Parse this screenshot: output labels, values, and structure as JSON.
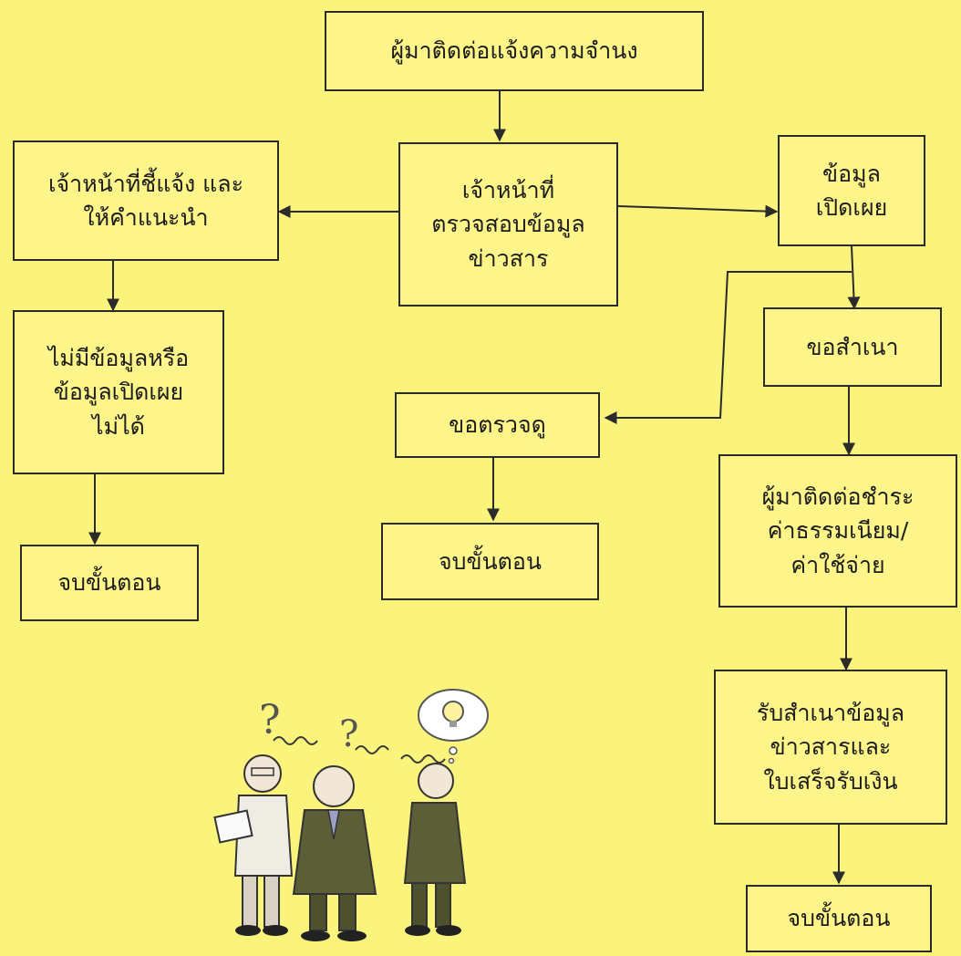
{
  "nodes": {
    "request": "ผู้มาติดต่อแจ้งความจำนง",
    "explain": "เจ้าหน้าที่ชี้แจ้ง และ\nให้คำแนะนำ",
    "check": "เจ้าหน้าที่\nตรวจสอบข้อมูล\nข่าวสาร",
    "disclose": "ข้อมูล\nเปิดเผย",
    "no_data": "ไม่มีข้อมูลหรือ\nข้อมูลเปิดเผย\nไม่ได้",
    "end_left": "จบขั้นตอน",
    "copy": "ขอสำเนา",
    "inspect": "ขอตรวจดู",
    "end_mid": "จบขั้นตอน",
    "pay": "ผู้มาติดต่อชำระ\nค่าธรรมเนียม/\nค่าใช้จ่าย",
    "receive": "รับสำเนาข้อมูล\nข่าวสารและ\nใบเสร็จรับเงิน",
    "end_right": "จบขั้นตอน"
  },
  "colors": {
    "background": "#fbf47c",
    "box_fill": "#fdf58a",
    "line": "#2b2b2b"
  }
}
